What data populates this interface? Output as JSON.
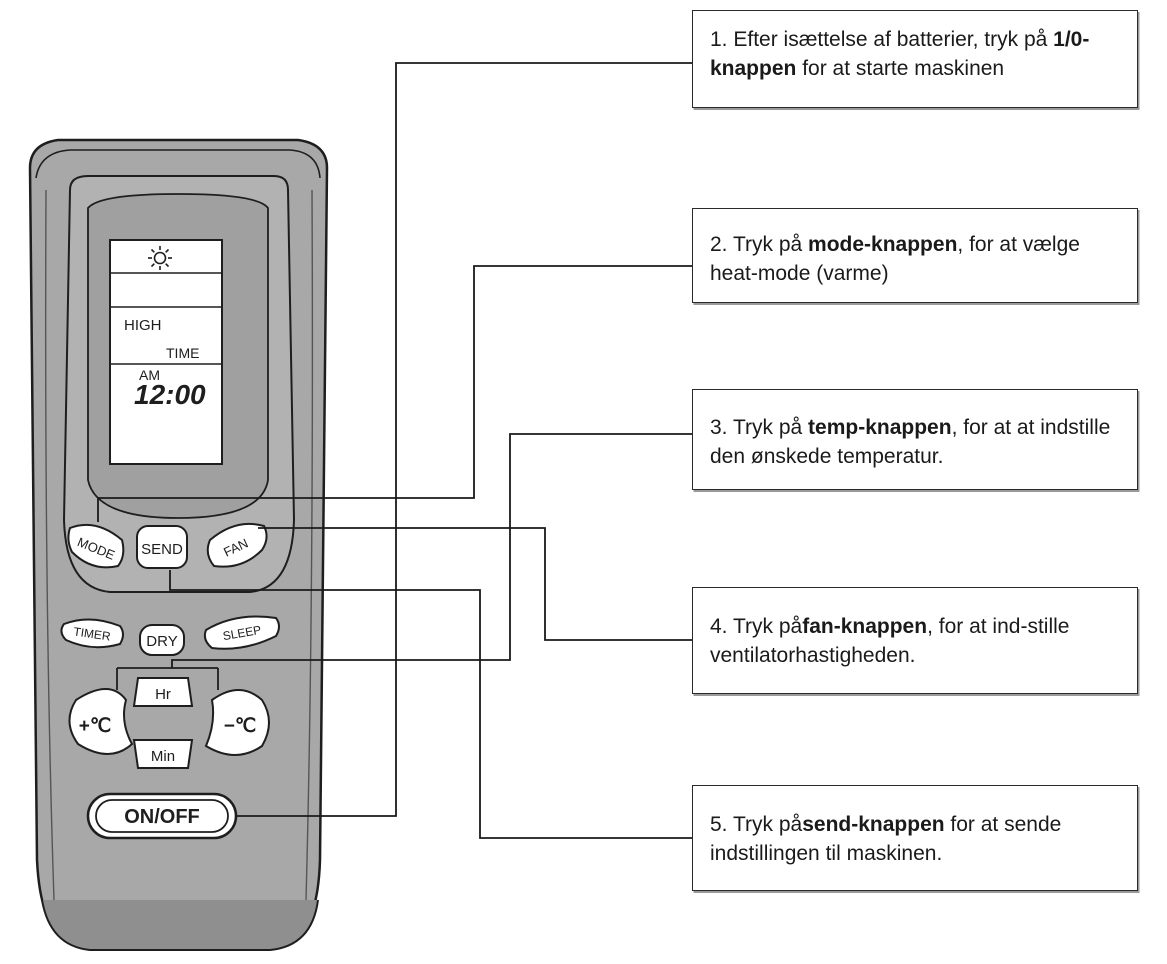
{
  "remote": {
    "display": {
      "mode_icon": "sun-icon",
      "fan_speed": "HIGH",
      "time_label": "TIME",
      "am_label": "AM",
      "clock": "12:00"
    },
    "buttons": {
      "mode": "MODE",
      "send": "SEND",
      "fan": "FAN",
      "timer": "TIMER",
      "dry": "DRY",
      "sleep": "SLEEP",
      "hr": "Hr",
      "temp_up": "+℃",
      "temp_down": "−℃",
      "min": "Min",
      "on_off": "ON/OFF"
    }
  },
  "callouts": [
    {
      "number": "1.",
      "pre": " Efter isættelse af batterier, tryk på ",
      "bold": "1/0-knappen",
      "post": " for at starte maskinen"
    },
    {
      "number": "2.",
      "pre": " Tryk på ",
      "bold": "mode-knappen",
      "post": ", for at vælge heat-mode (varme)"
    },
    {
      "number": "3.",
      "pre": " Tryk på ",
      "bold": "temp-knappen",
      "post": ", for at at indstille den ønskede temperatur."
    },
    {
      "number": "4.",
      "pre": " Tryk på",
      "bold": "fan-knappen",
      "post": ", for at ind-stille ventilatorhastigheden."
    },
    {
      "number": "5.",
      "pre": " Tryk på",
      "bold": "send-knappen",
      "post": " for at sende indstillingen til maskinen."
    }
  ],
  "colors": {
    "remote_body": "#a8a8a8",
    "remote_dark": "#8f8f8f",
    "outline": "#1e1e1e",
    "lcd": "#ffffff",
    "button_fill": "#ffffff",
    "leader_line": "#1a1a1a"
  }
}
